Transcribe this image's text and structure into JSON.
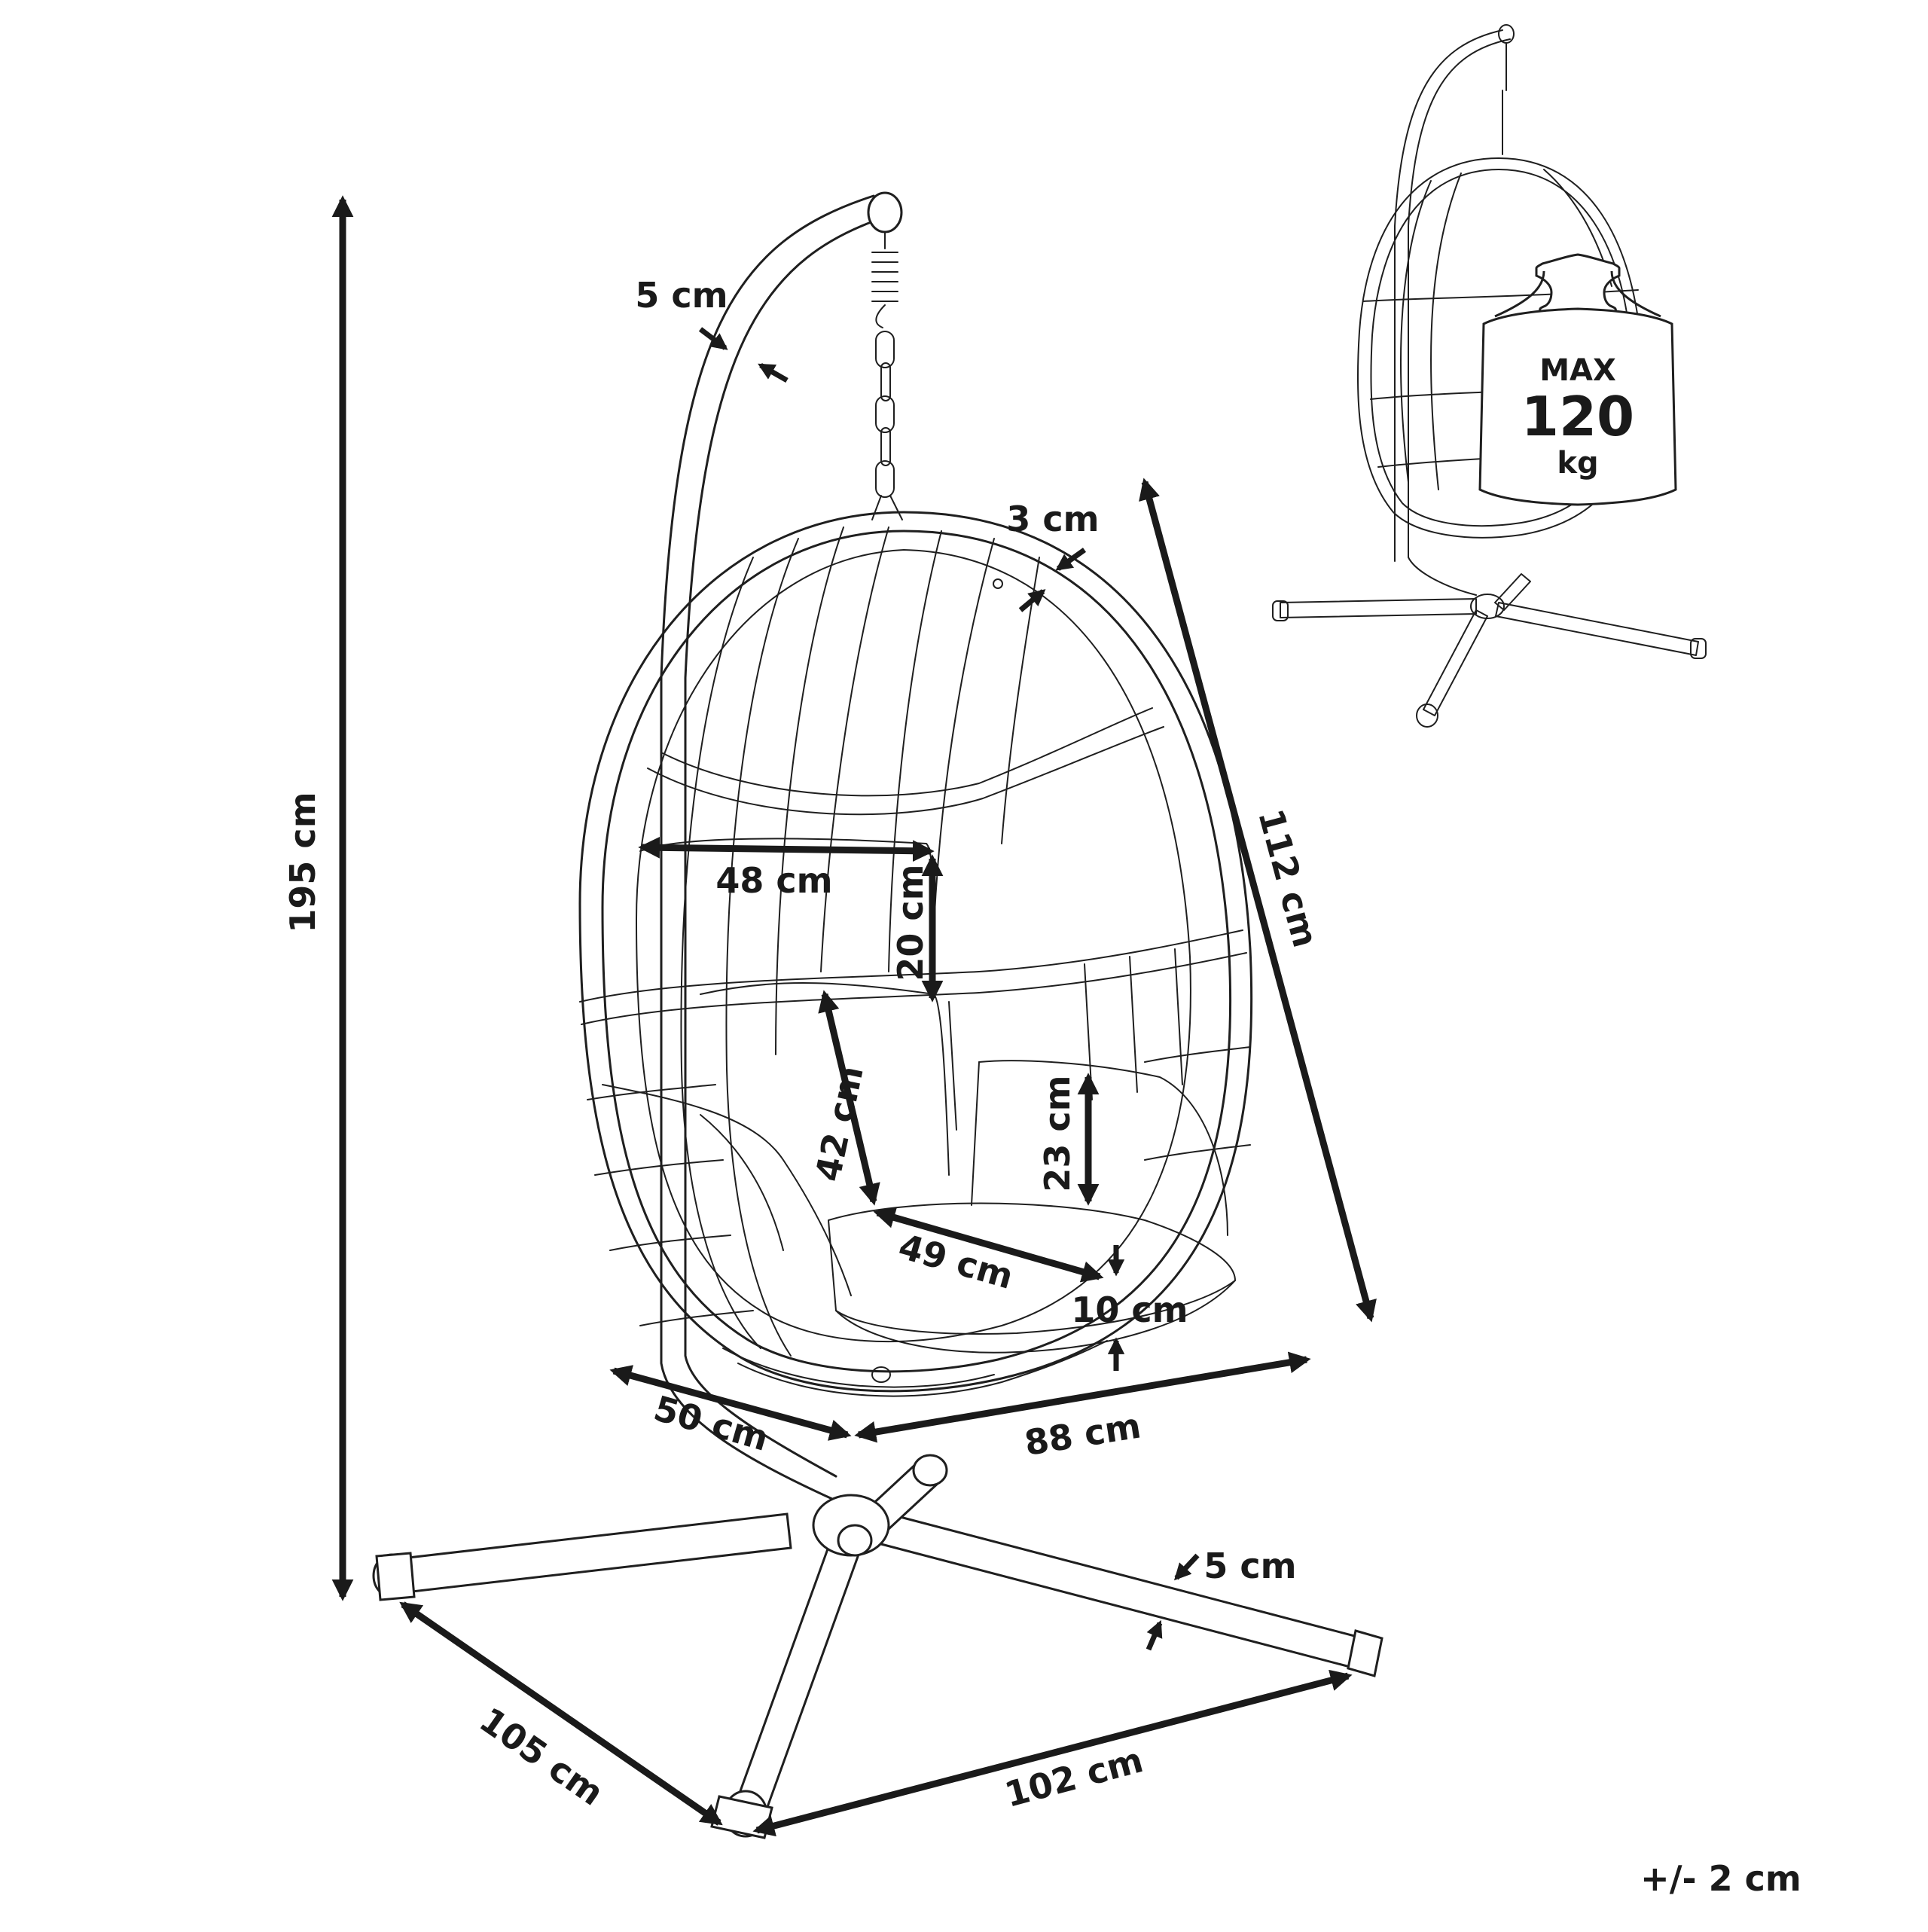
{
  "dimensions": {
    "height_total": "195 cm",
    "stand_tube_top": "5 cm",
    "basket_frame": "3 cm",
    "basket_height": "112 cm",
    "headrest_width": "48 cm",
    "headrest_height": "20 cm",
    "back_cushion_height": "42 cm",
    "side_cushion_height": "23 cm",
    "seat_depth": "49 cm",
    "seat_thickness": "10 cm",
    "basket_depth": "50 cm",
    "basket_width": "88 cm",
    "base_tube": "5 cm",
    "base_left": "105 cm",
    "base_right": "102 cm"
  },
  "max_load": {
    "line1": "MAX",
    "line2": "120",
    "line3": "kg"
  },
  "tolerance": "+/- 2 cm"
}
